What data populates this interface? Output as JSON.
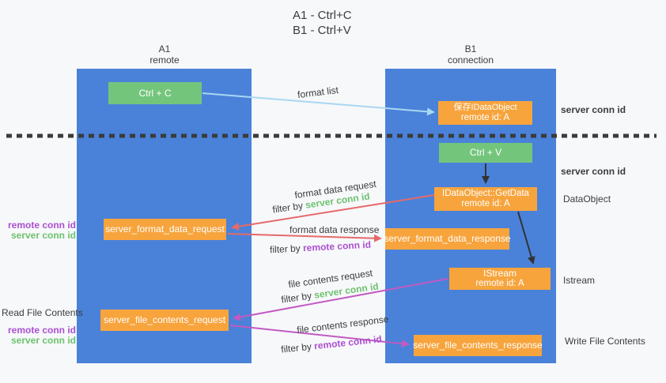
{
  "title": {
    "line1": "A1 - Ctrl+C",
    "line2": "B1 - Ctrl+V"
  },
  "lanes": {
    "a1": {
      "name": "A1",
      "subtitle": "remote"
    },
    "b1": {
      "name": "B1",
      "subtitle": "connection"
    }
  },
  "nodes": {
    "ctrl_c": {
      "label": "Ctrl + C"
    },
    "save_dataobject": {
      "line1": "保存IDataObject",
      "line2": "remote id: A"
    },
    "ctrl_v": {
      "label": "Ctrl + V"
    },
    "getdata": {
      "line1": "IDataObject::GetData",
      "line2": "remote id: A"
    },
    "format_request": {
      "label": "server_format_data_request"
    },
    "format_response": {
      "label": "server_format_data_response"
    },
    "istream": {
      "line1": "IStream",
      "line2": "remote id: A"
    },
    "file_request": {
      "label": "server_file_contents_request"
    },
    "file_response": {
      "label": "server_file_contents_response"
    }
  },
  "arrow_labels": {
    "format_list": "format list",
    "format_data_request": "format data request",
    "format_data_response": "format data response",
    "file_contents_request": "file contents request",
    "file_contents_response": "file contents response",
    "filter_by": "filter by ",
    "server_conn_id": "server conn id",
    "remote_conn_id": "remote conn id"
  },
  "annotations": {
    "right_server_conn_id_1": "server conn id",
    "right_server_conn_id_2": "server conn id",
    "dataobject": "DataObject",
    "istream": "Istream",
    "write_file_contents": "Write File Contents",
    "read_file_contents": "Read File Contents",
    "left_remote_conn_id_1": "remote conn id",
    "left_server_conn_id_1": "server conn id",
    "left_remote_conn_id_2": "remote conn id",
    "left_server_conn_id_2": "server conn id"
  },
  "colors": {
    "lane_blue": "#4a82d9",
    "node_green": "#74c57c",
    "node_orange": "#f7a43d",
    "green_text": "#6cc26e",
    "purple_text": "#ab4fd0",
    "arrow_blue": "#a9d7f2",
    "arrow_red": "#e56a6a",
    "arrow_magenta": "#c25ac2",
    "arrow_black": "#333333",
    "dotted_line": "#3b3b3b",
    "background": "#f7f8fa"
  }
}
